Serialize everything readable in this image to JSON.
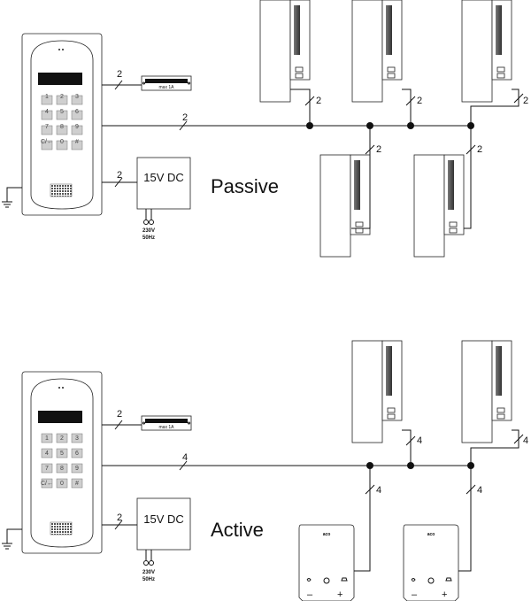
{
  "sections": [
    {
      "id": "passive",
      "title": "Passive",
      "psu_label": "15V DC",
      "mains_label": [
        "230V",
        "50Hz"
      ],
      "lock_label": "max 1A",
      "wire_counts": {
        "lock": "2",
        "bus": "2",
        "psu": "2",
        "handset_top_1": "2",
        "handset_top_2": "2",
        "handset_top_3": "2",
        "handset_bottom_1": "2",
        "handset_bottom_2": "2"
      }
    },
    {
      "id": "active",
      "title": "Active",
      "psu_label": "15V DC",
      "mains_label": [
        "230V",
        "50Hz"
      ],
      "lock_label": "max 1A",
      "wire_counts": {
        "lock": "2",
        "bus": "4",
        "psu": "2",
        "handset_top_1": "4",
        "handset_top_2": "4",
        "monitor_1": "4",
        "monitor_2": "4"
      },
      "monitor_brand": "aco",
      "monitor_keys": [
        "–",
        "+"
      ]
    }
  ],
  "keypad_keys": [
    "1",
    "2",
    "3",
    "4",
    "5",
    "6",
    "7",
    "8",
    "9",
    "C/←",
    "0",
    "#"
  ],
  "colors": {
    "line": "#111111",
    "display": "#111111",
    "key": "#cfcfcf"
  }
}
